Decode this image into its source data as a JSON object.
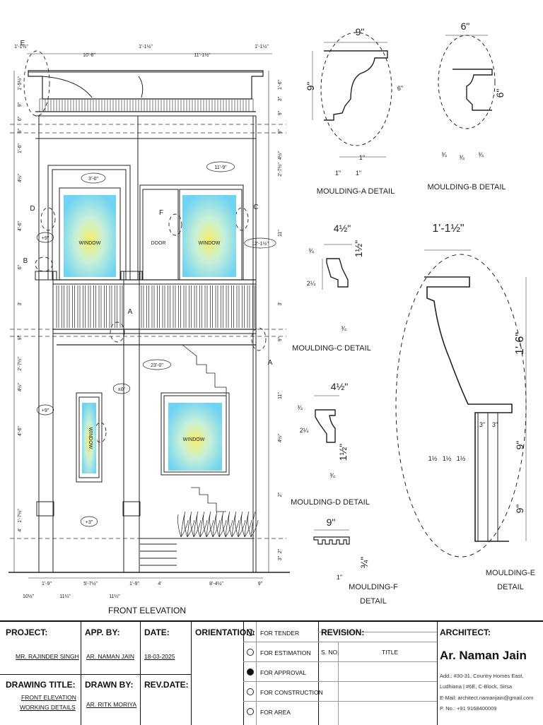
{
  "drawing": {
    "elevation_label": "FRONT ELEVATION",
    "window_label": "WINDOW",
    "door_label": "DOOR",
    "dims": {
      "top": [
        "1'-1½\"",
        "10'-6\"",
        "1'-1½\"",
        "11'-1½\"",
        "1'-1½\""
      ],
      "left": [
        "1'-5½\"",
        "9\"",
        "6\"",
        "9\"",
        "1'-6\"",
        "4½\"",
        "4'-6\"",
        "6\"",
        "3'",
        "9\"",
        "4½\"",
        "2'-7½\"",
        "4'-6\"",
        "1'-7½\"",
        "4'"
      ],
      "right": [
        "1'-6\"",
        "3\"",
        "9\"",
        "9\"",
        "4½\"",
        "2'-7½\"",
        "11\"",
        "3'",
        "9\"",
        "11\"",
        "4½\"",
        "2\"",
        "2\"",
        "3\""
      ],
      "bottom": [
        "10½\"",
        "11¼\"",
        "1'-9\"",
        "5'-7½\"",
        "1'-9\"",
        "4'",
        "8'-4½\"",
        "9\"",
        "11¼\""
      ],
      "callouts": [
        "3'-0\"",
        "11'-9\"",
        "12'-1½\"",
        "23'-0\"",
        "+9\"",
        "±0\"",
        "+3\"",
        "+9\""
      ],
      "markers": [
        "E",
        "D",
        "F",
        "C",
        "B",
        "A",
        "A"
      ]
    }
  },
  "details": [
    {
      "name": "MOULDING-A DETAIL",
      "dims": [
        "9\"",
        "9\"",
        "6\"",
        "1\"",
        "1\"",
        "1\""
      ]
    },
    {
      "name": "MOULDING-B DETAIL",
      "dims": [
        "6\"",
        "6\"",
        "¾",
        "¾",
        "¾"
      ]
    },
    {
      "name": "MOULDING-C DETAIL",
      "dims": [
        "4½\"",
        "1½\"",
        "¾",
        "2¼",
        "¾"
      ]
    },
    {
      "name": "MOULDING-D DETAIL",
      "dims": [
        "4½\"",
        "1½\"",
        "¾",
        "2¼",
        "¾"
      ]
    },
    {
      "name": "MOULDING-F DETAIL",
      "dims": [
        "9\"",
        "¾\"",
        "1\""
      ]
    },
    {
      "name": "MOULDING-E DETAIL",
      "dims": [
        "1'-1½\"",
        "1'-6\"",
        "9\"",
        "9\"",
        "3\"",
        "3\"",
        "1½",
        "1½",
        "1½"
      ]
    }
  ],
  "title_block": {
    "project_label": "PROJECT:",
    "project_value": "MR. RAJINDER SINGH",
    "app_by_label": "APP. BY:",
    "app_by_value": "AR. NAMAN JAIN",
    "date_label": "DATE:",
    "date_value": "18-03-2025",
    "orientation_label": "ORIENTATION:",
    "drawing_title_label": "DRAWING TITLE:",
    "drawing_title_line1": "FRONT ELEVATION",
    "drawing_title_line2": "WORKING DETAILS",
    "drawn_by_label": "DRAWN BY:",
    "drawn_by_value": "AR. RITK MORIYA",
    "rev_date_label": "REV.DATE:",
    "status_options": [
      {
        "label": "FOR TENDER",
        "selected": false
      },
      {
        "label": "FOR ESTIMATION",
        "selected": false
      },
      {
        "label": "FOR APPROVAL",
        "selected": true
      },
      {
        "label": "FOR CONSTRUCTION",
        "selected": false
      },
      {
        "label": "FOR AREA",
        "selected": false
      }
    ],
    "revision_label": "REVISION:",
    "sno_label": "S. NO.",
    "title_label": "TITLE",
    "architect_label": "ARCHITECT:",
    "architect_name": "Ar. Naman Jain",
    "address_line1": "Add.: #30-31, Country Homes East,",
    "address_line2": "Ludhiana | #6E, C-Block, Sirsa",
    "email_line": "E-Mail: architect.namanjain@gmail.com",
    "phone_line": "P. No.: +91 9168400009"
  }
}
